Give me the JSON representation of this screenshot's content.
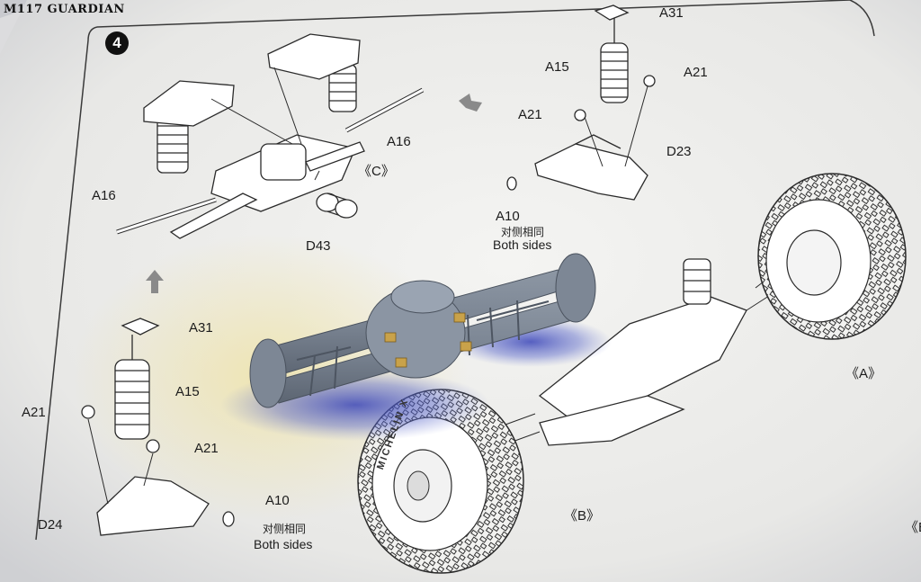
{
  "watermark": "M117 GUARDIAN",
  "step_number": "4",
  "top_left_assembly": {
    "label_a16_right": "A16",
    "label_c": "《C》",
    "label_a16_left": "A16",
    "label_d43": "D43"
  },
  "top_right_assembly": {
    "label_a31": "A31",
    "label_a15": "A15",
    "label_a21_right": "A21",
    "label_a21_left": "A21",
    "label_d23": "D23",
    "label_a10": "A10",
    "note_cn": "对侧相同",
    "note_en": "Both sides"
  },
  "bottom_left_assembly": {
    "label_a31": "A31",
    "label_a15": "A15",
    "label_a21_left": "A21",
    "label_a21_right": "A21",
    "label_a10": "A10",
    "label_d24": "D24",
    "note_cn": "对侧相同",
    "note_en": "Both sides"
  },
  "right_assembly": {
    "label_a": "《A》",
    "label_b": "《B》",
    "label_edge": "《E"
  },
  "tire_text": "MICHELIN X"
}
